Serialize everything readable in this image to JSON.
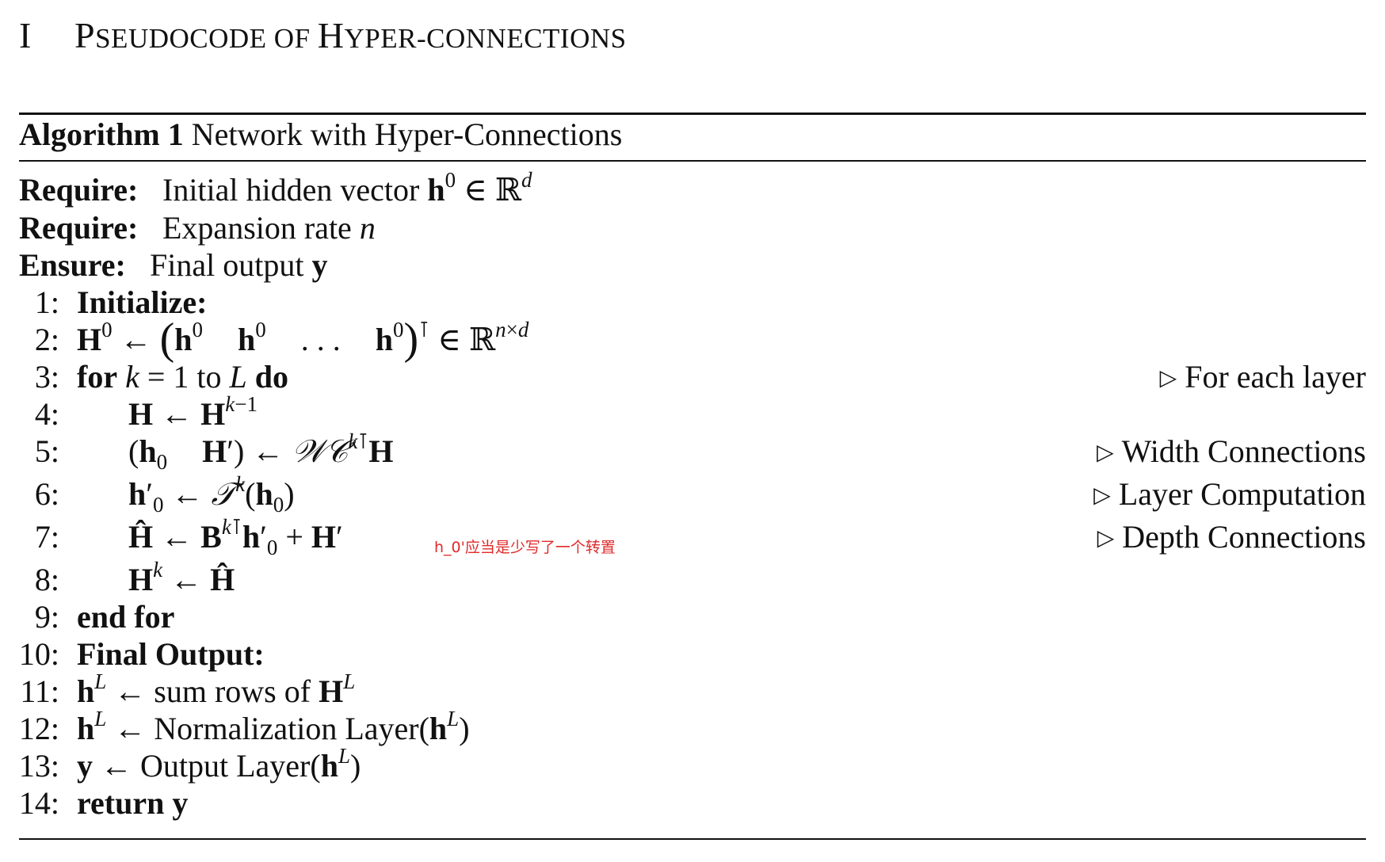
{
  "section": {
    "number": "I",
    "title_words": [
      "Pseudocode",
      "of",
      "Hyper-connections"
    ]
  },
  "algorithm": {
    "label": "Algorithm 1",
    "caption": "Network with Hyper-Connections",
    "require_label": "Require:",
    "ensure_label": "Ensure:",
    "require_1_text": "Initial hidden vector ",
    "require_2_text": "Expansion rate ",
    "ensure_text": "Final output ",
    "lines": [
      {
        "n": "1:",
        "kw": "Initialize:"
      },
      {
        "n": "2:"
      },
      {
        "n": "3:",
        "kw_for": "for",
        "to": "to",
        "kw_do": "do",
        "comment": "For each layer"
      },
      {
        "n": "4:"
      },
      {
        "n": "5:",
        "comment": "Width Connections"
      },
      {
        "n": "6:",
        "comment": "Layer Computation"
      },
      {
        "n": "7:",
        "comment": "Depth Connections"
      },
      {
        "n": "8:"
      },
      {
        "n": "9:",
        "kw": "end for"
      },
      {
        "n": "10:",
        "kw": "Final Output:"
      },
      {
        "n": "11:",
        "text": "sum rows of "
      },
      {
        "n": "12:",
        "text": "Normalization Layer"
      },
      {
        "n": "13:",
        "text": "Output Layer"
      },
      {
        "n": "14:",
        "kw": "return"
      }
    ]
  },
  "annotation": {
    "text": "h_0'应当是少写了一个转置",
    "color": "#e02a2a"
  }
}
